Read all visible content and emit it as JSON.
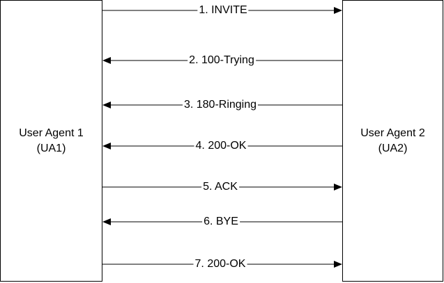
{
  "agents": {
    "left": {
      "name": "User Agent 1",
      "abbr": "(UA1)"
    },
    "right": {
      "name": "User Agent 2",
      "abbr": "(UA2)"
    }
  },
  "messages": [
    {
      "label": "1. INVITE",
      "direction": "right"
    },
    {
      "label": "2. 100-Trying",
      "direction": "left"
    },
    {
      "label": "3. 180-Ringing",
      "direction": "left"
    },
    {
      "label": "4. 200-OK",
      "direction": "left"
    },
    {
      "label": "5. ACK",
      "direction": "right"
    },
    {
      "label": "6. BYE",
      "direction": "left"
    },
    {
      "label": "7. 200-OK",
      "direction": "right"
    }
  ],
  "colors": {
    "line": "#000000",
    "background": "#ffffff"
  }
}
